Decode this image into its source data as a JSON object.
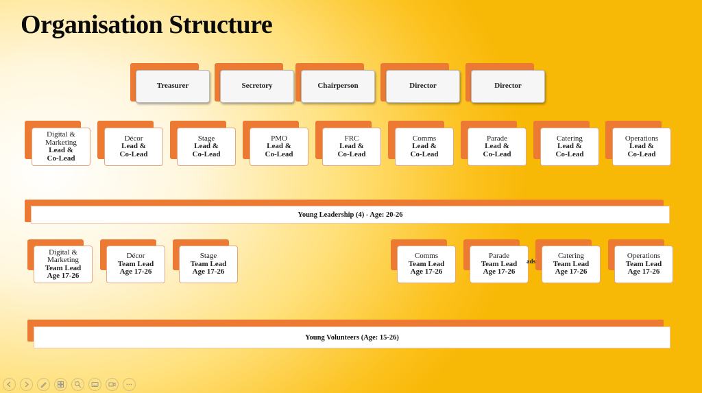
{
  "title": "Organisation Structure",
  "board": [
    "Treasurer",
    "Secretory",
    "Chairperson",
    "Director",
    "Director"
  ],
  "leads": [
    {
      "name": "Digital & Marketing",
      "role_l1": "Lead &",
      "role_l2": "Co-Lead"
    },
    {
      "name": "Décor",
      "role_l1": "Lead &",
      "role_l2": "Co-Lead"
    },
    {
      "name": "Stage",
      "role_l1": "Lead &",
      "role_l2": "Co-Lead"
    },
    {
      "name": "PMO",
      "role_l1": "Lead &",
      "role_l2": "Co-Lead"
    },
    {
      "name": "FRC",
      "role_l1": "Lead &",
      "role_l2": "Co-Lead"
    },
    {
      "name": "Comms",
      "role_l1": "Lead &",
      "role_l2": "Co-Lead"
    },
    {
      "name": "Parade",
      "role_l1": "Lead &",
      "role_l2": "Co-Lead"
    },
    {
      "name": "Catering",
      "role_l1": "Lead &",
      "role_l2": "Co-Lead"
    },
    {
      "name": "Operations",
      "role_l1": "Lead &",
      "role_l2": "Co-Lead"
    }
  ],
  "young_leadership": "Young Leadership (4) - Age: 20-26",
  "team_leads": [
    {
      "name": "Digital & Marketing",
      "role_l1": "Team Lead",
      "role_l2": "Age 17-26"
    },
    {
      "name": "Décor",
      "role_l1": "Team Lead",
      "role_l2": "Age 17-26"
    },
    {
      "name": "Stage",
      "role_l1": "Team Lead",
      "role_l2": "Age 17-26"
    },
    {
      "name": "Comms",
      "role_l1": "Team Lead",
      "role_l2": "Age 17-26"
    },
    {
      "name": "Parade",
      "role_l1": "Team Lead",
      "role_l2": "Age 17-26"
    },
    {
      "name": "Catering",
      "role_l1": "Team Lead",
      "role_l2": "Age 17-26"
    },
    {
      "name": "Operations",
      "role_l1": "Team Lead",
      "role_l2": "Age 17-26"
    }
  ],
  "overlap_fragment": "ads",
  "young_volunteers": "Young Volunteers (Age: 15-26)",
  "controls": [
    "previous-icon",
    "next-icon",
    "pen-icon",
    "slides-grid-icon",
    "zoom-icon",
    "subtitles-icon",
    "camera-icon",
    "more-icon"
  ]
}
